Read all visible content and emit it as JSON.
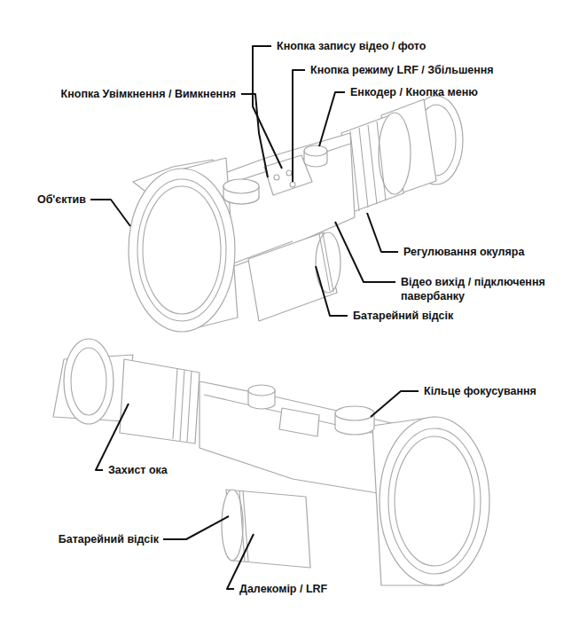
{
  "diagram": {
    "labels": [
      "Кнопка запису відео / фото",
      "Кнопка режиму LRF / Збільшення",
      "Кнопка Увімкнення / Вимкнення",
      "Енкодер / Кнопка меню",
      "Об'єктив",
      "Регулювання окуляра",
      "Відео вихід / підключення павербанку",
      "Батарейний відсік",
      "Кільце фокусування",
      "Захист ока",
      "Батарейний відсік",
      "Далекомір / LRF"
    ]
  }
}
